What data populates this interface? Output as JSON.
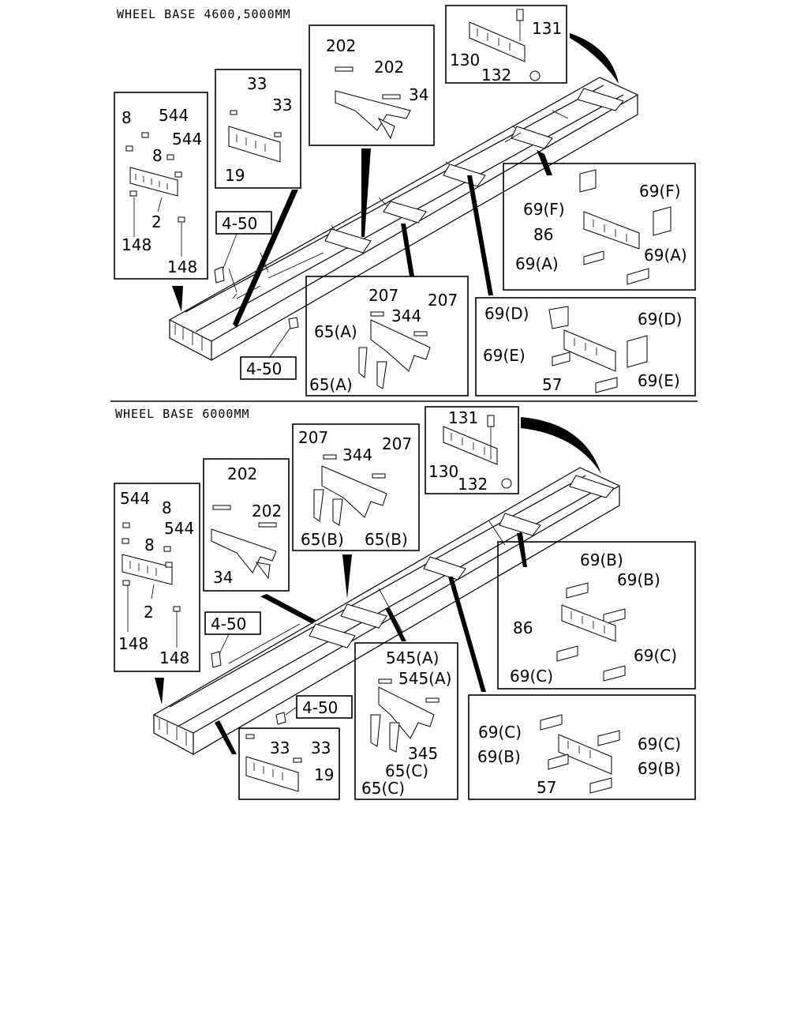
{
  "top": {
    "header": "WHEEL BASE 4600,5000MM",
    "box_a": {
      "l1": "8",
      "l2": "544",
      "l3": "544",
      "l4": "8",
      "l5": "2",
      "l6": "148",
      "l7": "148"
    },
    "box_b": {
      "l1": "33",
      "l2": "33",
      "l3": "19"
    },
    "box_c": {
      "l1": "202",
      "l2": "202",
      "l3": "34"
    },
    "box_d": {
      "l1": "131",
      "l2": "130",
      "l3": "132"
    },
    "box_e": {
      "l1": "69(F)",
      "l2": "69(F)",
      "l3": "86",
      "l4": "69(A)",
      "l5": "69(A)"
    },
    "box_f": {
      "l1": "69(D)",
      "l2": "69(D)",
      "l3": "69(E)",
      "l4": "57",
      "l5": "69(E)"
    },
    "box_g": {
      "l1": "207",
      "l2": "207",
      "l3": "344",
      "l4": "65(A)",
      "l5": "65(A)"
    },
    "ref1": "4-50",
    "ref2": "4-50"
  },
  "bottom": {
    "header": "WHEEL BASE 6000MM",
    "box_a": {
      "l1": "544",
      "l2": "8",
      "l3": "544",
      "l4": "8",
      "l5": "2",
      "l6": "148",
      "l7": "148"
    },
    "box_b": {
      "l1": "202",
      "l2": "202",
      "l3": "34"
    },
    "box_c": {
      "l1": "207",
      "l2": "344",
      "l3": "207",
      "l4": "65(B)",
      "l5": "65(B)"
    },
    "box_d": {
      "l1": "131",
      "l2": "130",
      "l3": "132"
    },
    "box_e": {
      "l1": "69(B)",
      "l2": "69(B)",
      "l3": "86",
      "l4": "69(C)",
      "l5": "69(C)"
    },
    "box_f": {
      "l1": "69(C)",
      "l2": "69(C)",
      "l3": "69(B)",
      "l4": "69(B)",
      "l5": "57"
    },
    "box_g": {
      "l1": "545(A)",
      "l2": "545(A)",
      "l3": "345",
      "l4": "65(C)",
      "l5": "65(C)"
    },
    "box_h": {
      "l1": "33",
      "l2": "33",
      "l3": "19"
    },
    "ref1": "4-50",
    "ref2": "4-50"
  }
}
